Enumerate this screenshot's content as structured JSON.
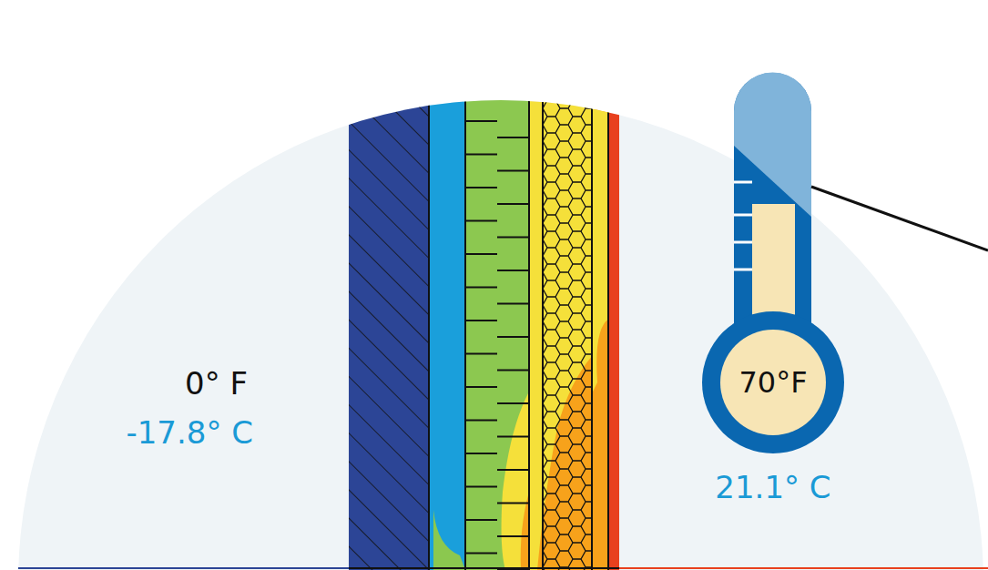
{
  "diagram": {
    "nodes": [
      {
        "text": [
          "70°F"
        ]
      }
    ],
    "labels": [
      "0° F",
      "-17.8° C",
      "21.1° C"
    ]
  }
}
